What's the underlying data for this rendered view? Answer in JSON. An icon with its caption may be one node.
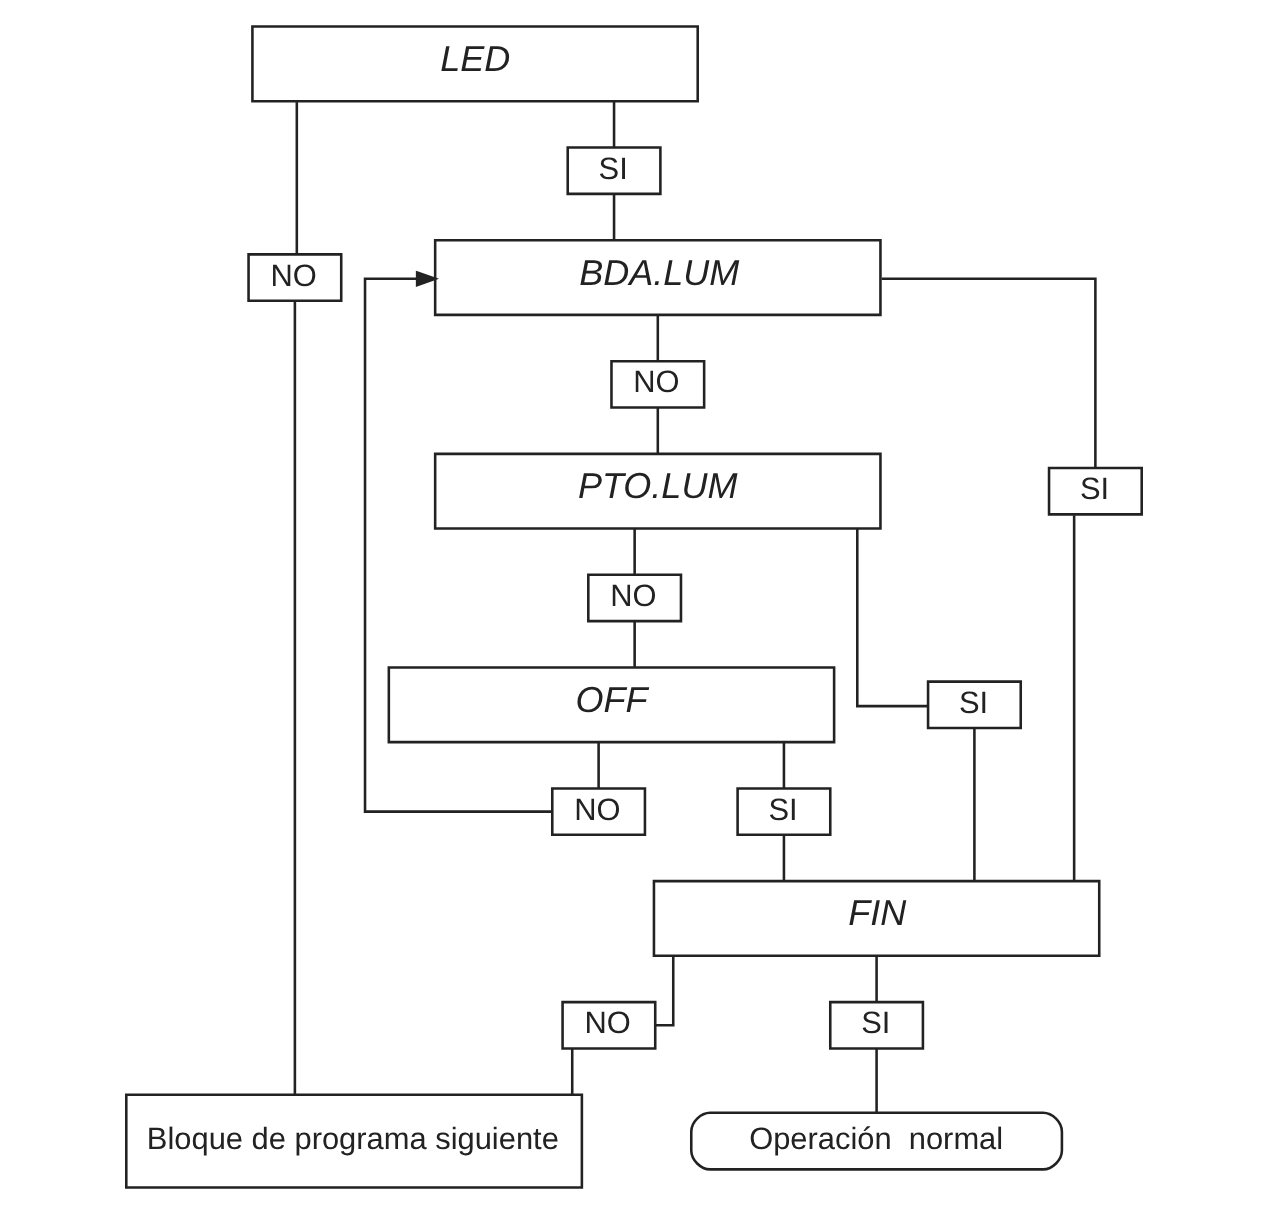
{
  "diagram": {
    "nodes": [
      {
        "text": [
          "LED"
        ]
      },
      {
        "text": [
          "NO"
        ]
      },
      {
        "text": [
          "SI"
        ]
      },
      {
        "text": [
          "BDA.LUM"
        ]
      },
      {
        "text": [
          "NO"
        ]
      },
      {
        "text": [
          "SI"
        ]
      },
      {
        "text": [
          "PTO.LUM"
        ]
      },
      {
        "text": [
          "NO"
        ]
      },
      {
        "text": [
          "SI"
        ]
      },
      {
        "text": [
          "OFF"
        ]
      },
      {
        "text": [
          "NO"
        ]
      },
      {
        "text": [
          "SI"
        ]
      },
      {
        "text": [
          "FIN"
        ]
      },
      {
        "text": [
          "NO"
        ]
      },
      {
        "text": [
          "SI"
        ]
      },
      {
        "text": [
          "Bloque de programa siguiente"
        ]
      },
      {
        "text": [
          "Operación  normal"
        ]
      }
    ],
    "edges": [
      {
        "from": 0,
        "to": 1,
        "arrow": "none"
      },
      {
        "from": 0,
        "to": 2,
        "arrow": "none"
      },
      {
        "from": 2,
        "to": 3,
        "arrow": "none"
      },
      {
        "from": 10,
        "to": 3,
        "arrow": "to"
      },
      {
        "from": 3,
        "to": 4,
        "arrow": "none"
      },
      {
        "from": 3,
        "to": 5,
        "arrow": "none"
      },
      {
        "from": 4,
        "to": 6,
        "arrow": "none"
      },
      {
        "from": 6,
        "to": 7,
        "arrow": "none"
      },
      {
        "from": 6,
        "to": 8,
        "arrow": "none"
      },
      {
        "from": 7,
        "to": 9,
        "arrow": "none"
      },
      {
        "from": 9,
        "to": 10,
        "arrow": "none"
      },
      {
        "from": 9,
        "to": 11,
        "arrow": "none"
      },
      {
        "from": 5,
        "to": 12,
        "arrow": "none"
      },
      {
        "from": 8,
        "to": 12,
        "arrow": "none"
      },
      {
        "from": 11,
        "to": 12,
        "arrow": "none"
      },
      {
        "from": 12,
        "to": 13,
        "arrow": "none"
      },
      {
        "from": 12,
        "to": 14,
        "arrow": "none"
      },
      {
        "from": 1,
        "to": 15,
        "arrow": "none"
      },
      {
        "from": 13,
        "to": 15,
        "arrow": "none"
      },
      {
        "from": 14,
        "to": 16,
        "arrow": "none"
      }
    ]
  }
}
